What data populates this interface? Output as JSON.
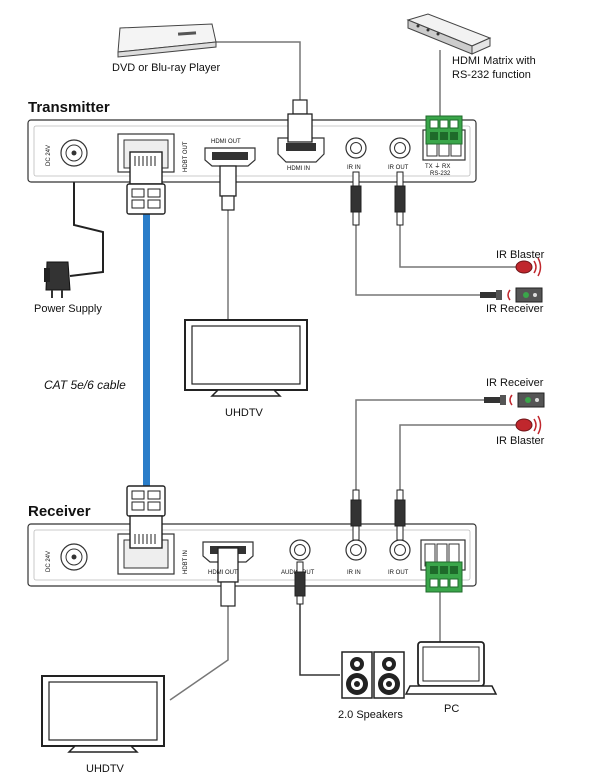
{
  "transmitter": {
    "title": "Transmitter",
    "ports": {
      "dc": "DC 24V",
      "hdbt": "HDBT OUT",
      "hdmi_out": "HDMI OUT",
      "hdmi_in": "HDMI IN",
      "ir_in": "IR IN",
      "ir_out": "IR OUT",
      "rs232_pins": "TX  ⏚  RX",
      "rs232": "RS-232"
    }
  },
  "receiver": {
    "title": "Receiver",
    "ports": {
      "dc": "DC 24V",
      "hdbt": "HDBT IN",
      "hdmi_out": "HDMI OUT",
      "audio_out": "AUDIO OUT",
      "ir_in": "IR IN",
      "ir_out": "IR OUT"
    }
  },
  "devices": {
    "dvd": "DVD or Blu-ray Player",
    "matrix_line1": "HDMI Matrix with",
    "matrix_line2": "RS-232 function",
    "power": "Power Supply",
    "tv_top": "UHDTV",
    "tv_bottom": "UHDTV",
    "ir_blaster_top": "IR Blaster",
    "ir_receiver_top": "IR Receiver",
    "ir_receiver_bottom": "IR Receiver",
    "ir_blaster_bottom": "IR Blaster",
    "speakers": "2.0 Speakers",
    "pc": "PC"
  },
  "cable": "CAT 5e/6 cable",
  "colors": {
    "cat_cable": "#2a7dc9",
    "terminal": "#3aa64a",
    "ir_red": "#c0272d"
  }
}
